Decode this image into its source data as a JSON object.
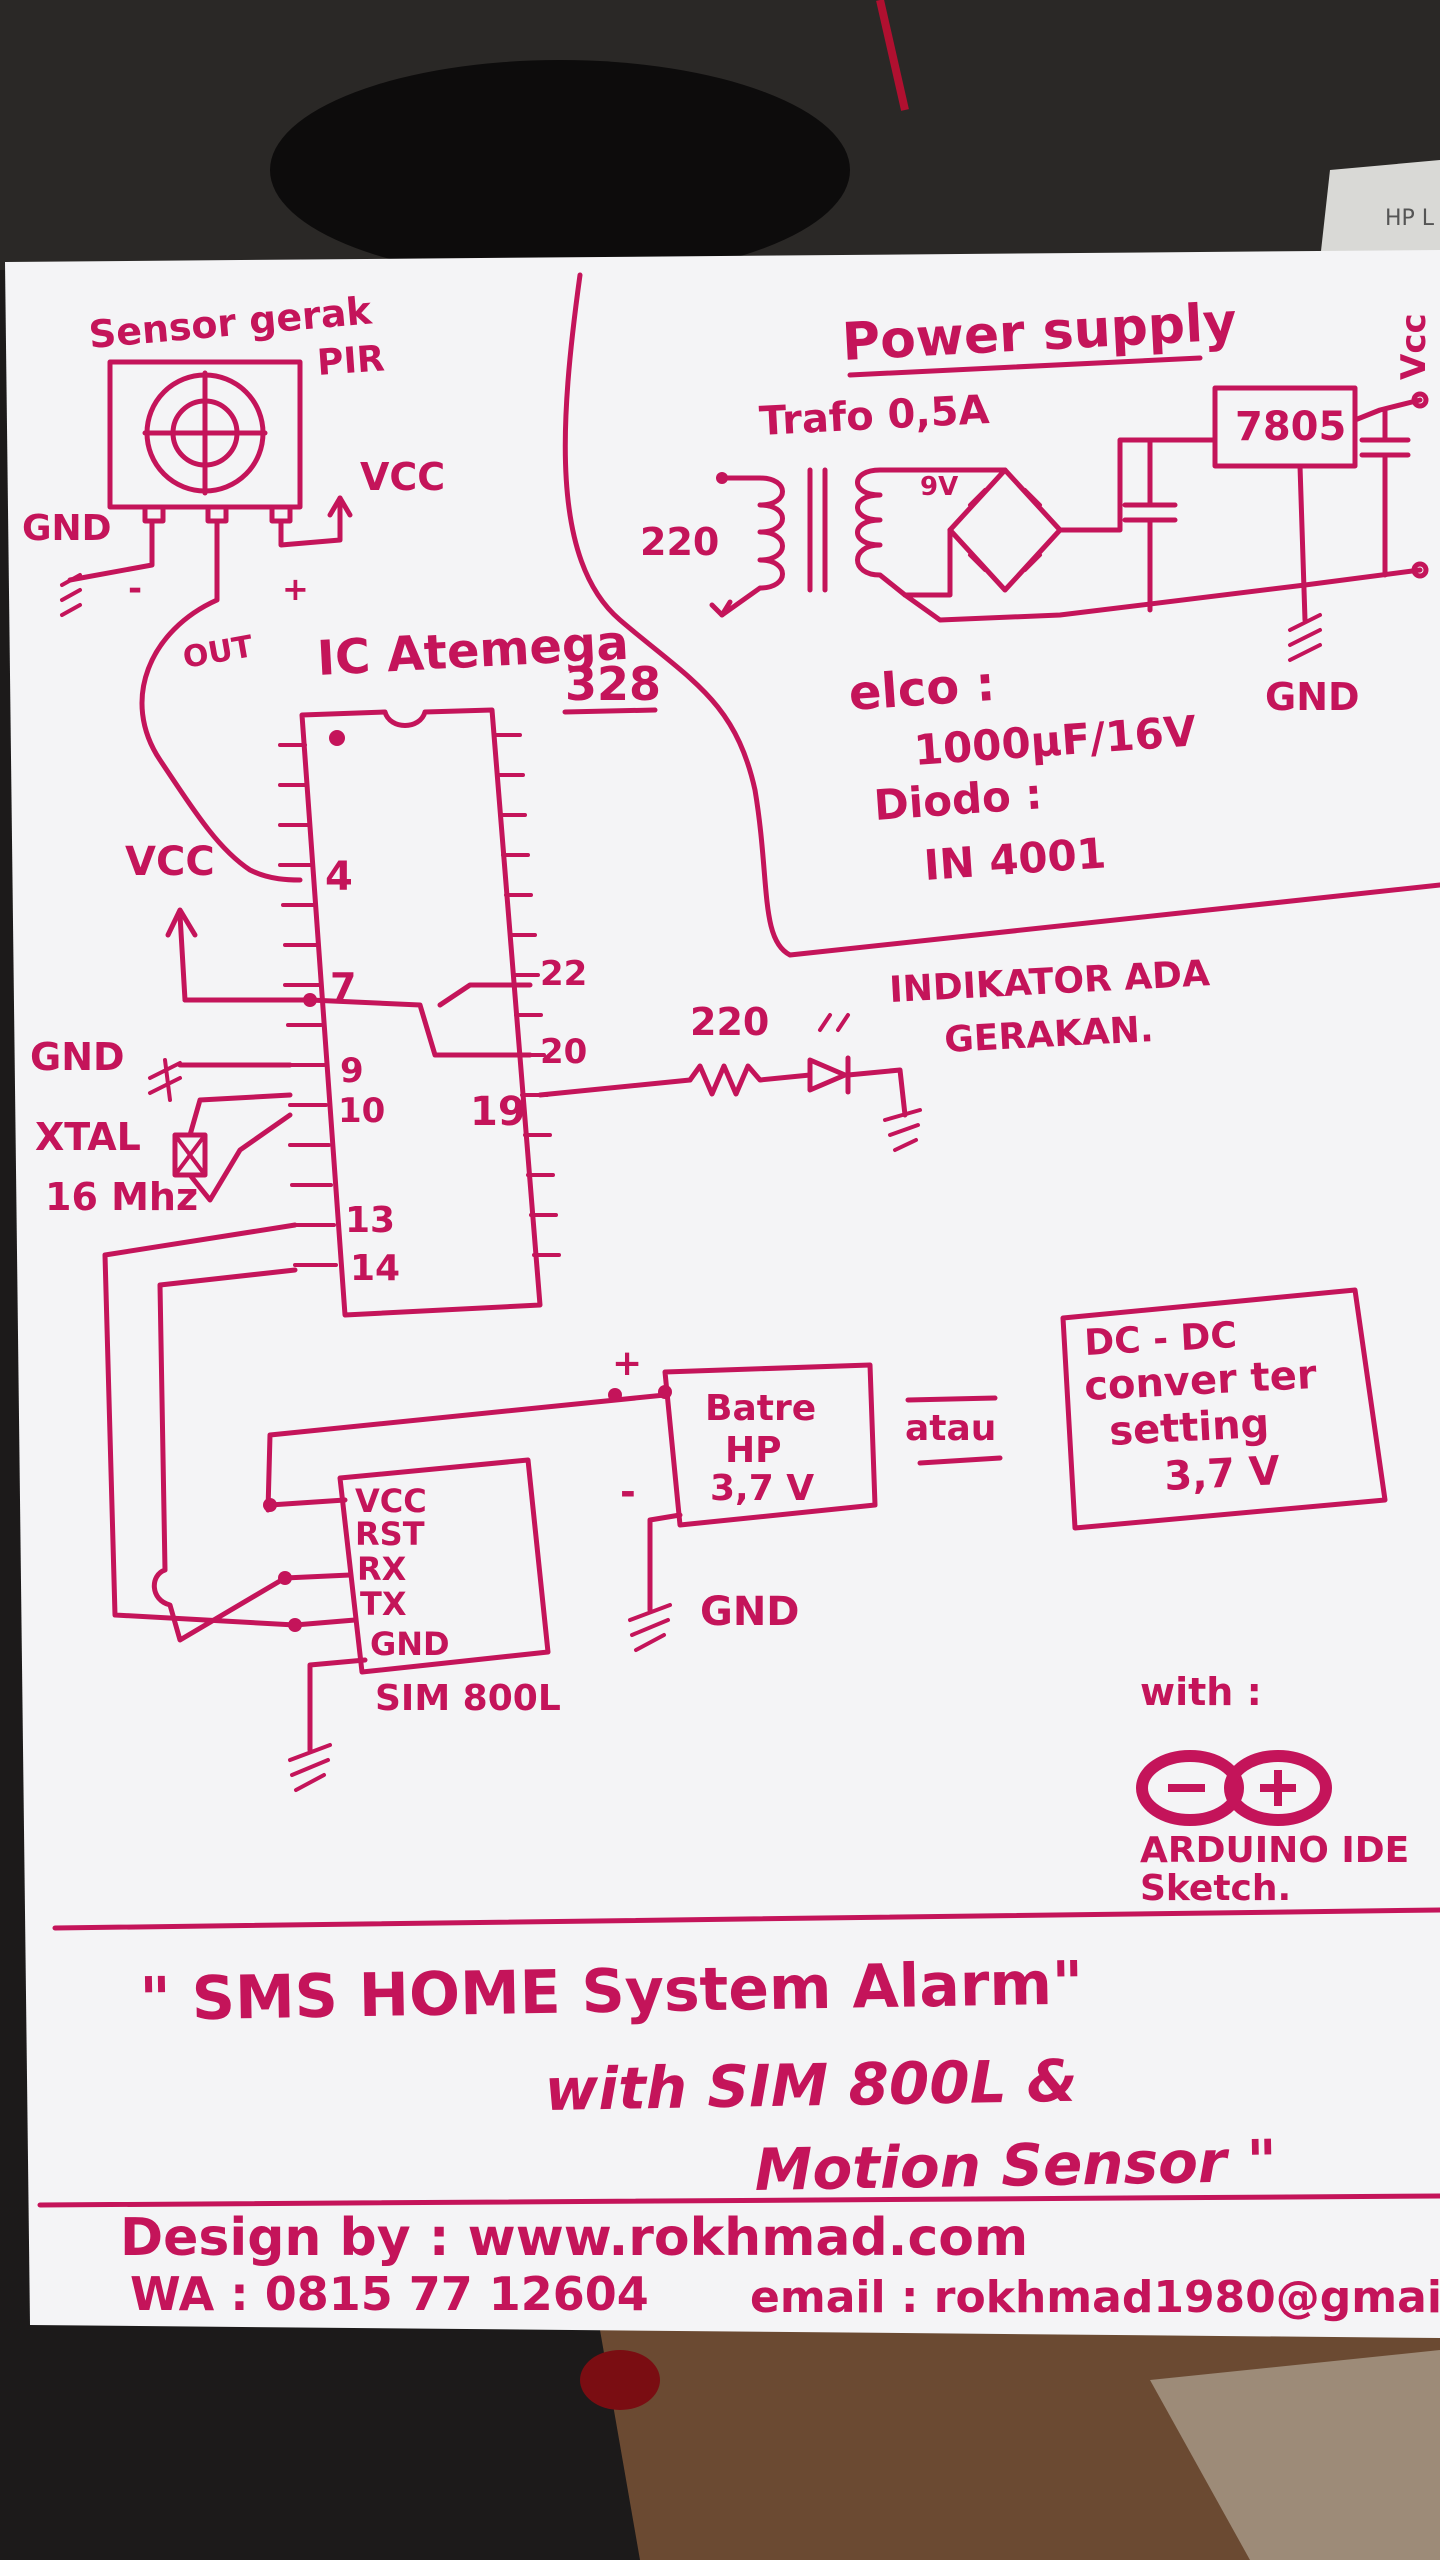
{
  "pir": {
    "title": "Sensor gerak",
    "subtitle": "PIR",
    "gnd": "GND",
    "vcc": "VCC",
    "minus": "-",
    "plus": "+",
    "out": "OUT"
  },
  "power_supply": {
    "title": "Power supply",
    "trafo": "Trafo 0,5A",
    "input": "220",
    "secondary": "9V",
    "regulator": "7805",
    "vcc": "Vcc",
    "gnd": "GND",
    "elco_label": "elco :",
    "elco_value": "1000µF/16V",
    "diode_label": "Diodo :",
    "diode_value": "IN 4001"
  },
  "ic": {
    "title": "IC Atemega",
    "model": "328",
    "pin4": "4",
    "pin7": "7",
    "pin9": "9",
    "pin10": "10",
    "pin13": "13",
    "pin14": "14",
    "pin19": "19",
    "pin20": "20",
    "pin22": "22",
    "vcc": "VCC",
    "gnd": "GND",
    "xtal": "XTAL",
    "xtal_freq": "16 Mhz"
  },
  "indicator": {
    "resistor": "220",
    "label_line1": "INDIKATOR ADA",
    "label_line2": "GERAKAN."
  },
  "battery": {
    "plus": "+",
    "minus": "-",
    "line1": "Batre",
    "line2": "HP",
    "line3": "3,7 V",
    "gnd": "GND",
    "or": "atau"
  },
  "converter": {
    "line1": "DC - DC",
    "line2": "conver ter",
    "line3": "setting",
    "line4": "3,7 V"
  },
  "sim": {
    "pins": [
      "VCC",
      "RST",
      "RX",
      "TX",
      "GND"
    ],
    "name": "SIM 800L"
  },
  "arduino": {
    "with": "with :",
    "line1": "ARDUINO IDE",
    "line2": "Sketch."
  },
  "title": {
    "line1": "\" SMS HOME System Alarm\"",
    "line2": "with SIM 800L &",
    "line3": "Motion Sensor \""
  },
  "footer": {
    "design": "Design by : www.rokhmad.com",
    "wa": "WA : 0815 77 12604",
    "email": "email : rokhmad1980@gmai"
  },
  "background": {
    "printer_label": "HP L"
  },
  "colors": {
    "ink": "#c4145a",
    "paper": "#f4f4f6",
    "background": "#1e1b1a"
  }
}
